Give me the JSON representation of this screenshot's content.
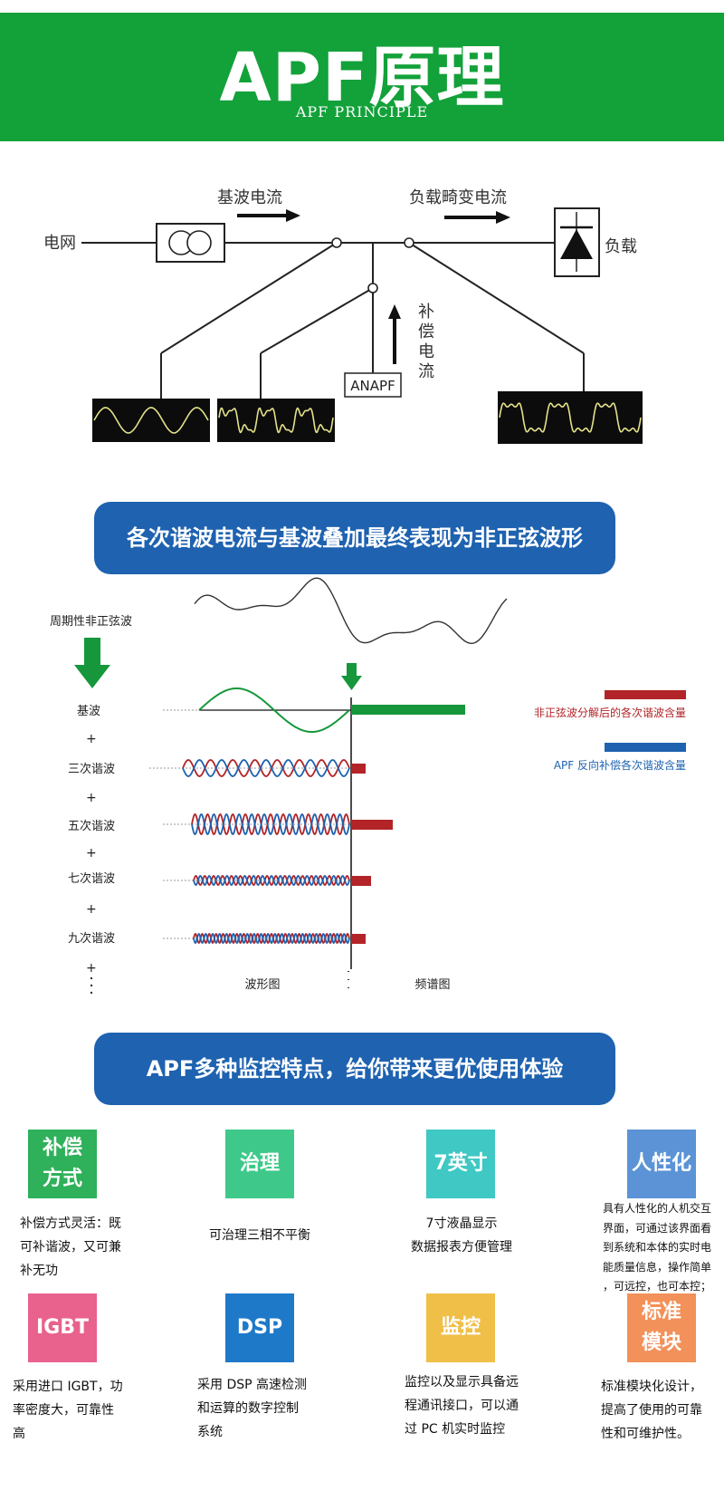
{
  "header": {
    "title": "APF原理",
    "subtitle": "APF PRINCIPLE"
  },
  "principle": {
    "grid": "电网",
    "fundamental_current": "基波电流",
    "load_distorted_current": "负载畸变电流",
    "load": "负载",
    "compensation_current": "补偿电流",
    "device": "ANAPF"
  },
  "section1": {
    "title": "各次谐波电流与基波叠加最终表现为非正弦波形"
  },
  "harmonics": {
    "periodic_label": "周期性非正弦波",
    "rows": [
      "基波",
      "三次谐波",
      "五次谐波",
      "七次谐波",
      "九次谐波"
    ],
    "plus": "+",
    "legend_red": "非正弦波分解后的各次谐波含量",
    "legend_blue": "APF 反向补偿各次谐波含量",
    "waveform_label": "波形图",
    "spectrum_label": "频谱图",
    "colors": {
      "green": "#16973c",
      "red": "#b22428",
      "blue": "#1e62b0"
    }
  },
  "section2": {
    "title": "APF多种监控特点，给你带来更优使用体验"
  },
  "features": [
    {
      "tile_lines": [
        "补偿",
        "方式"
      ],
      "color": "#2fb05a",
      "desc_lines": [
        "补偿方式灵活：既",
        "可补谐波，又可兼",
        "补无功"
      ]
    },
    {
      "tile_lines": [
        "治理"
      ],
      "color": "#3ec98a",
      "desc_lines": [
        "可治理三相不平衡"
      ]
    },
    {
      "tile_lines": [
        "7英寸"
      ],
      "color": "#3fc8c4",
      "desc_lines": [
        "7寸液晶显示",
        "数据报表方便管理"
      ]
    },
    {
      "tile_lines": [
        "人性化"
      ],
      "color": "#5b93d6",
      "desc_lines": [
        "具有人性化的人机交互",
        "界面，可通过该界面看",
        "到系统和本体的实时电",
        "能质量信息，操作简单",
        "，可远控，也可本控；"
      ]
    },
    {
      "tile_lines": [
        "IGBT"
      ],
      "color": "#e8628d",
      "desc_lines": [
        "采用进口 IGBT，功",
        "率密度大，可靠性",
        "高"
      ]
    },
    {
      "tile_lines": [
        "DSP"
      ],
      "color": "#1e79c9",
      "desc_lines": [
        "采用 DSP 高速检测",
        "和运算的数字控制",
        "系统"
      ]
    },
    {
      "tile_lines": [
        "监控"
      ],
      "color": "#f0bf48",
      "desc_lines": [
        "监控以及显示具备远",
        "程通讯接口，可以通",
        "过 PC 机实时监控"
      ]
    },
    {
      "tile_lines": [
        "标准",
        "模块"
      ],
      "color": "#f2915a",
      "desc_lines": [
        "标准模块化设计，",
        "提高了使用的可靠",
        "性和可维护性。"
      ]
    }
  ]
}
